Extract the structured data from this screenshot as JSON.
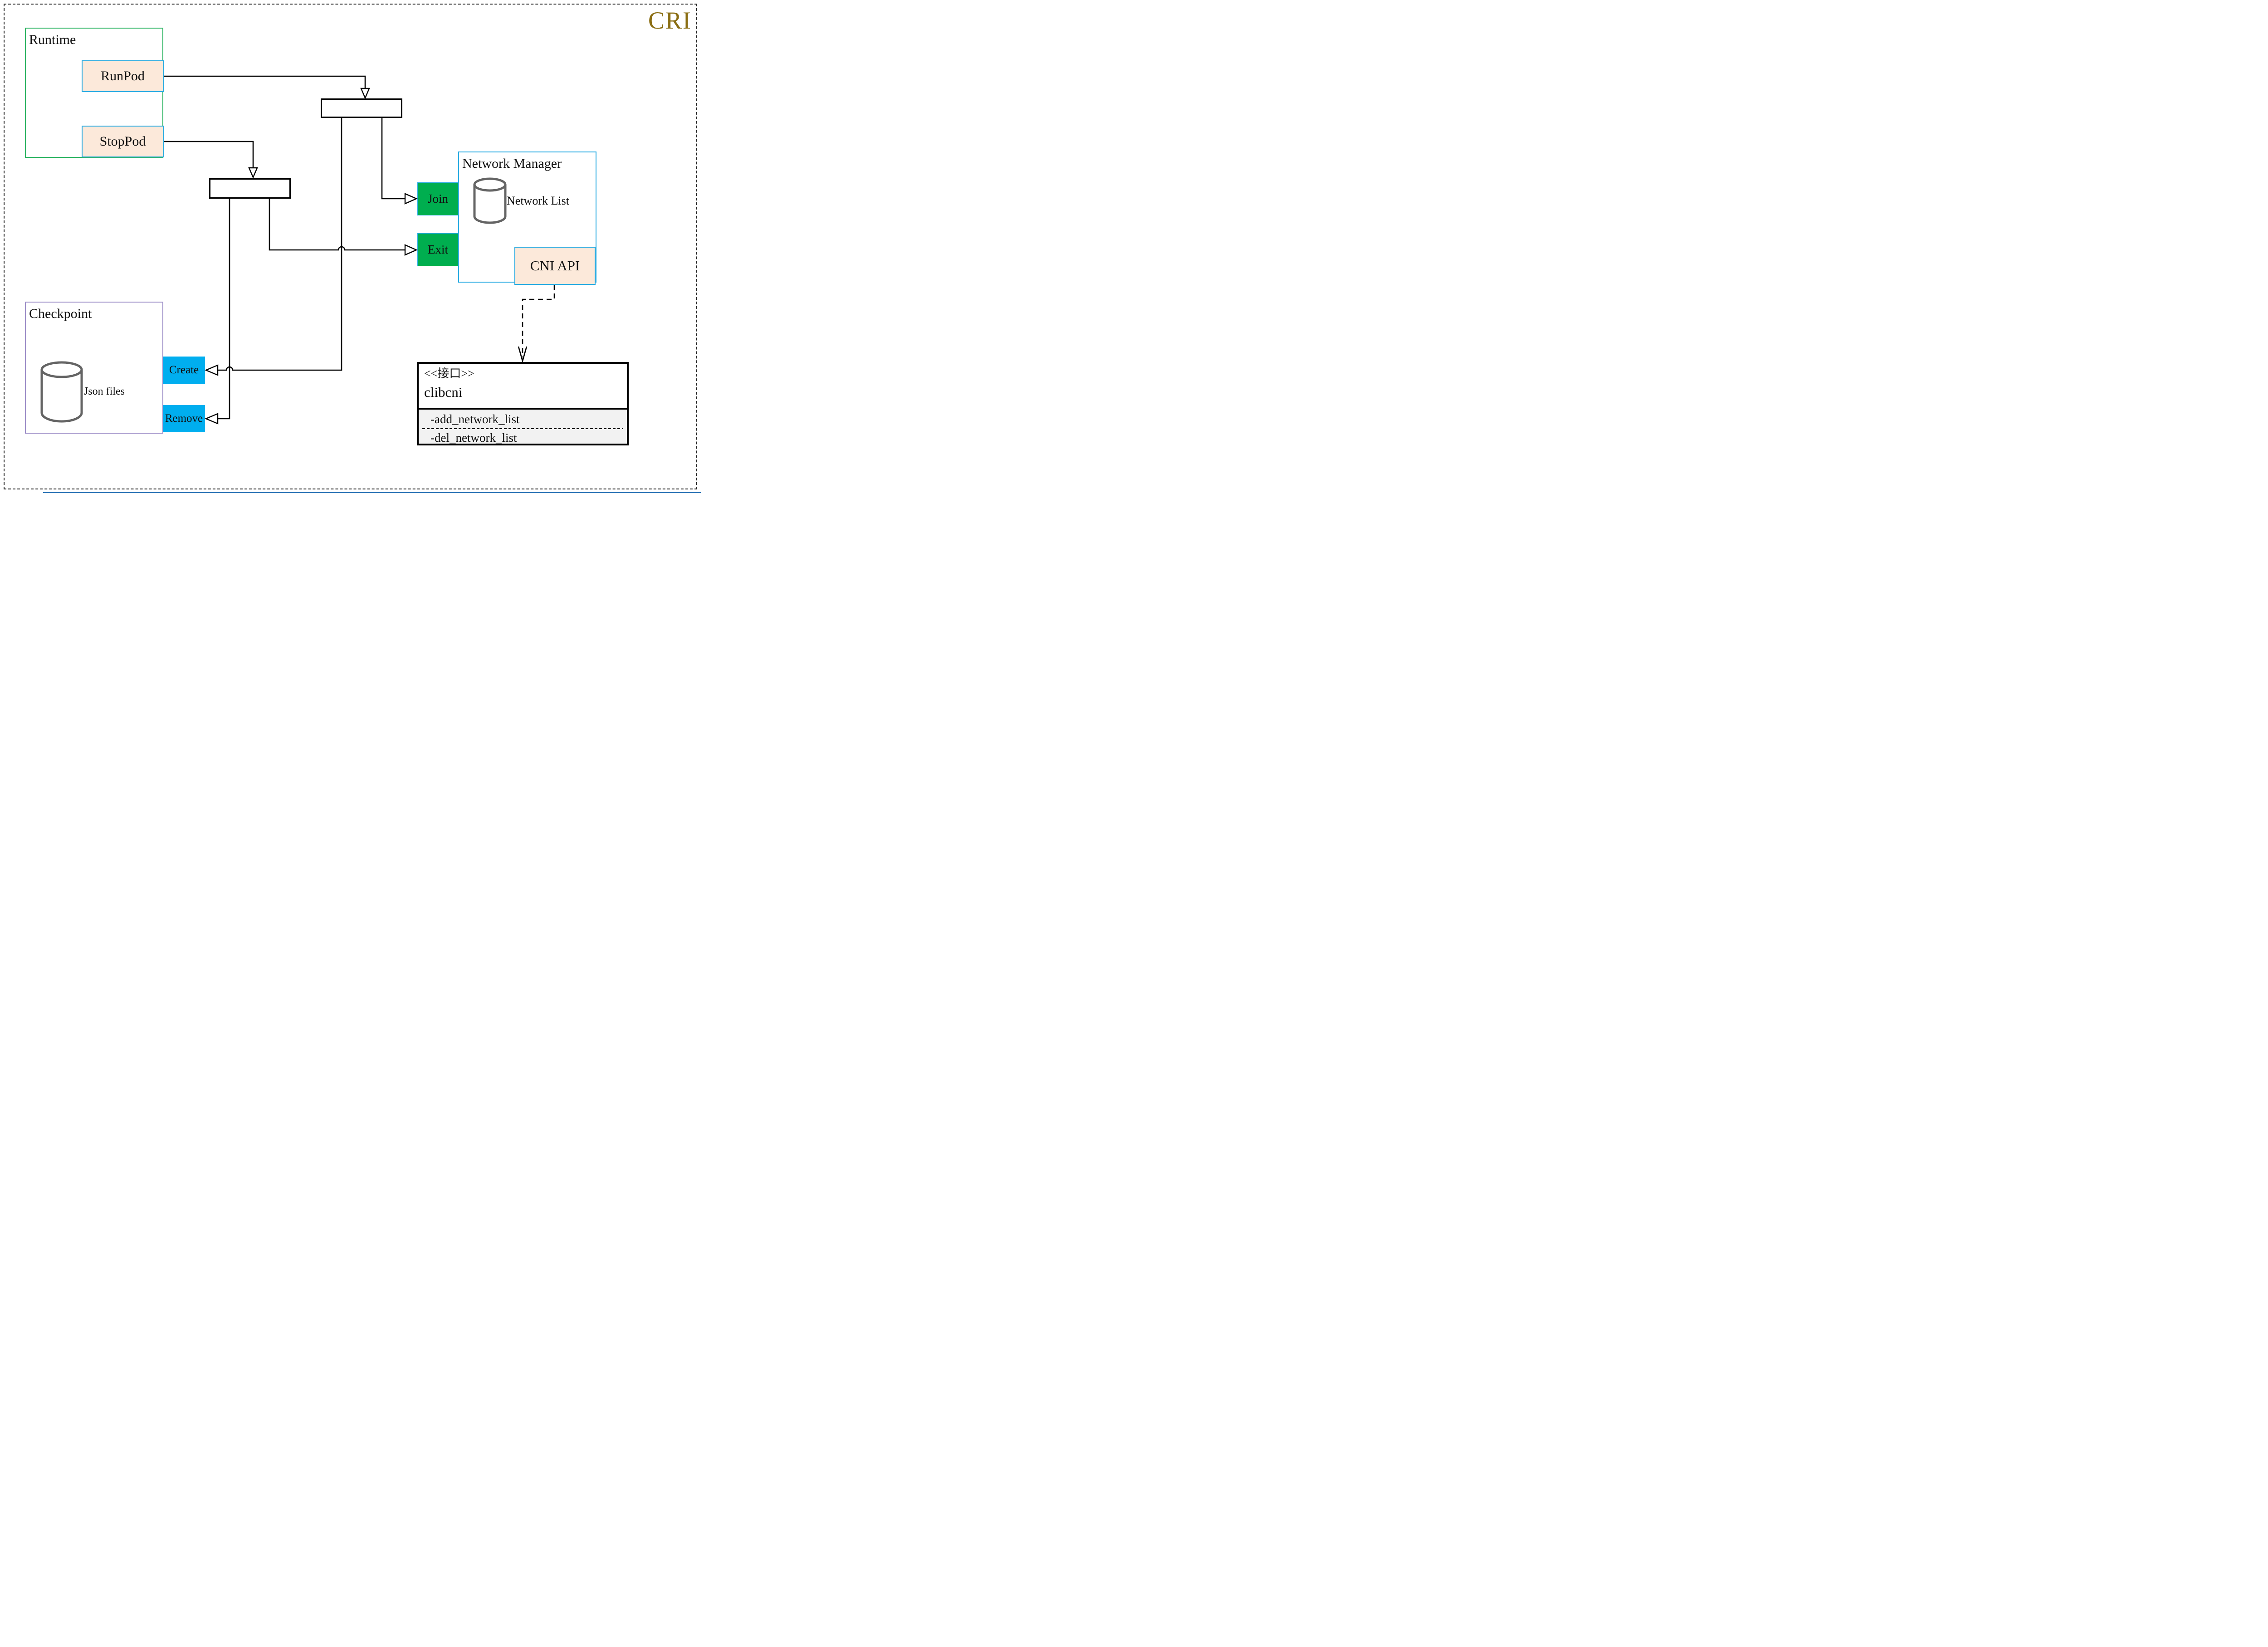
{
  "app": {
    "title": "CRI"
  },
  "runtime": {
    "label": "Runtime",
    "buttons": [
      {
        "label": "RunPod"
      },
      {
        "label": "StopPod"
      }
    ]
  },
  "network_manager": {
    "label": "Network Manager",
    "store_label": "Network List",
    "ports": [
      {
        "label": "Join"
      },
      {
        "label": "Exit"
      }
    ],
    "api_label": "CNI API"
  },
  "checkpoint": {
    "label": "Checkpoint",
    "store_label": "Json files",
    "ports": [
      {
        "label": "Create"
      },
      {
        "label": "Remove"
      }
    ]
  },
  "interface": {
    "stereotype": "<<接口>>",
    "name": "clibcni",
    "methods": [
      "-add_network_list",
      "-del_network_list"
    ]
  },
  "colors": {
    "frame_border": "#1f1f1f",
    "cri_gold": "#8a6d12",
    "runtime_border": "#2eb463",
    "blue_border": "#29abe2",
    "checkpoint_border": "#9d8ec8",
    "peach_fill": "#fce9da",
    "green_fill": "#00ae4f",
    "cyan_fill": "#00aeef",
    "methods_bg": "#f2f2f2",
    "cylinder_stroke": "#646464",
    "connector": "#000000",
    "bottom_line": "#2e75b6"
  }
}
